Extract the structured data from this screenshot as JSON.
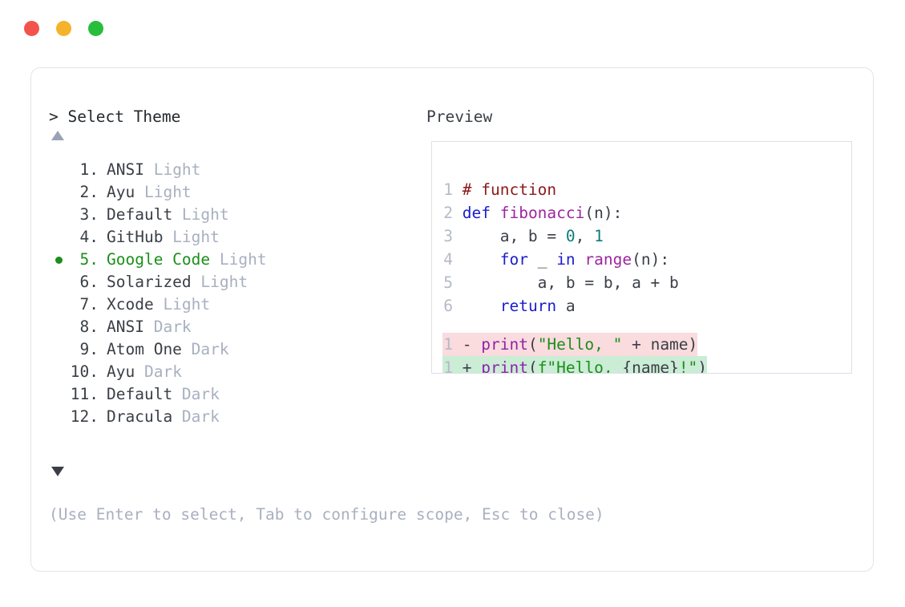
{
  "window": {
    "dots": [
      {
        "name": "close-dot",
        "color": "#F2534D"
      },
      {
        "name": "minimize-dot",
        "color": "#F5B32B"
      },
      {
        "name": "maximize-dot",
        "color": "#28BE3C"
      }
    ]
  },
  "chooser": {
    "prompt_caret": ">",
    "prompt_label": " Select Theme",
    "scroll_up_icon": "triangle-up-icon",
    "scroll_down_icon": "triangle-down-icon",
    "selected_index": 5,
    "selected_bullet": "●",
    "accent_color": "#1a8f1a",
    "items": [
      {
        "index": " 1.",
        "name": "ANSI",
        "variant": " Light"
      },
      {
        "index": " 2.",
        "name": "Ayu",
        "variant": " Light"
      },
      {
        "index": " 3.",
        "name": "Default",
        "variant": " Light"
      },
      {
        "index": " 4.",
        "name": "GitHub",
        "variant": " Light"
      },
      {
        "index": " 5.",
        "name": "Google Code",
        "variant": " Light"
      },
      {
        "index": " 6.",
        "name": "Solarized",
        "variant": " Light"
      },
      {
        "index": " 7.",
        "name": "Xcode",
        "variant": " Light"
      },
      {
        "index": " 8.",
        "name": "ANSI",
        "variant": " Dark"
      },
      {
        "index": " 9.",
        "name": "Atom One",
        "variant": " Dark"
      },
      {
        "index": "10.",
        "name": "Ayu",
        "variant": " Dark"
      },
      {
        "index": "11.",
        "name": "Default",
        "variant": " Dark"
      },
      {
        "index": "12.",
        "name": "Dracula",
        "variant": " Dark"
      }
    ],
    "hint": "(Use Enter to select, Tab to configure scope, Esc to close)"
  },
  "preview": {
    "label": "Preview",
    "code_lines": [
      {
        "no": "1",
        "tokens": [
          {
            "t": "# function",
            "c": "tok-comment"
          }
        ]
      },
      {
        "no": "2",
        "tokens": [
          {
            "t": "def ",
            "c": "tok-kw"
          },
          {
            "t": "fibonacci",
            "c": "tok-fn"
          },
          {
            "t": "(n):",
            "c": "tok-plain"
          }
        ]
      },
      {
        "no": "3",
        "tokens": [
          {
            "t": "    a, b = ",
            "c": "tok-plain"
          },
          {
            "t": "0",
            "c": "tok-num"
          },
          {
            "t": ", ",
            "c": "tok-plain"
          },
          {
            "t": "1",
            "c": "tok-num"
          }
        ]
      },
      {
        "no": "4",
        "tokens": [
          {
            "t": "    ",
            "c": "tok-plain"
          },
          {
            "t": "for",
            "c": "tok-kw"
          },
          {
            "t": " _ ",
            "c": "tok-plain"
          },
          {
            "t": "in",
            "c": "tok-kw"
          },
          {
            "t": " ",
            "c": "tok-plain"
          },
          {
            "t": "range",
            "c": "tok-fn"
          },
          {
            "t": "(n):",
            "c": "tok-plain"
          }
        ]
      },
      {
        "no": "5",
        "tokens": [
          {
            "t": "        a, b = b, a + b",
            "c": "tok-plain"
          }
        ]
      },
      {
        "no": "6",
        "tokens": [
          {
            "t": "    ",
            "c": "tok-plain"
          },
          {
            "t": "return",
            "c": "tok-kw"
          },
          {
            "t": " a",
            "c": "tok-plain"
          }
        ]
      }
    ],
    "diff_lines": [
      {
        "no": "1",
        "marker": "-",
        "kind": "diff-del",
        "tokens": [
          {
            "t": "print",
            "c": "tok-builtin"
          },
          {
            "t": "(",
            "c": "tok-plain"
          },
          {
            "t": "\"Hello, \"",
            "c": "tok-str"
          },
          {
            "t": " + name)",
            "c": "tok-plain"
          }
        ]
      },
      {
        "no": "1",
        "marker": "+",
        "kind": "diff-add",
        "tokens": [
          {
            "t": "print",
            "c": "tok-builtin"
          },
          {
            "t": "(",
            "c": "tok-plain"
          },
          {
            "t": "f\"Hello, ",
            "c": "tok-str"
          },
          {
            "t": "{name}",
            "c": "tok-plain"
          },
          {
            "t": "!\"",
            "c": "tok-str"
          },
          {
            "t": ")",
            "c": "tok-plain"
          }
        ]
      }
    ],
    "colors": {
      "diff_delete_bg": "#fadbde",
      "diff_add_bg": "#cbecd5",
      "comment": "#8b1a1a",
      "keyword": "#1c1ccd",
      "function": "#9c27a0",
      "number": "#0d7b7b",
      "string": "#1a8f1a"
    }
  }
}
